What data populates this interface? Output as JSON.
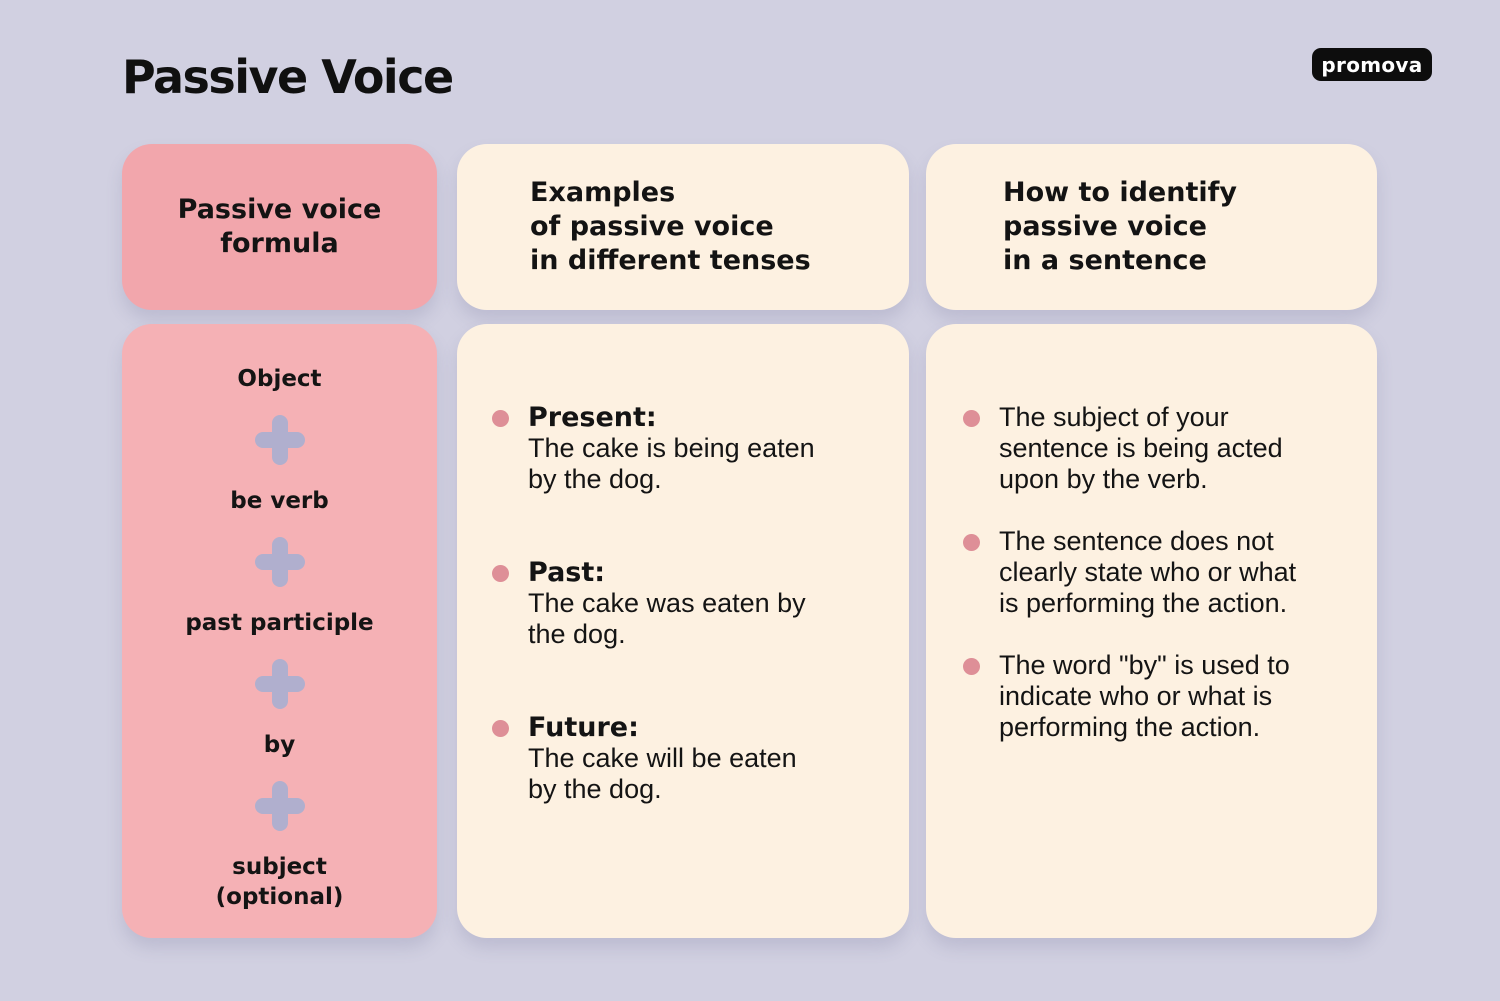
{
  "page": {
    "title": "Passive Voice",
    "brand": "promova"
  },
  "theme": {
    "background": "#d1d0e1",
    "pink_header": "#f2a6ac",
    "pink_body": "#f5b1b5",
    "cream": "#fdf1e1",
    "plus_icon": "#b0afce",
    "bullet": "#de8f97",
    "text": "#141414",
    "logo_bg": "#0d0d0d",
    "logo_text": "#ffffff"
  },
  "icons": {
    "plus": "+",
    "bullet": "•"
  },
  "formula": {
    "header": "Passive voice\nformula",
    "steps": [
      "Object",
      "be verb",
      "past participle",
      "by",
      "subject\n(optional)"
    ]
  },
  "examples": {
    "header": "Examples\nof passive voice\nin different tenses",
    "items": [
      {
        "label": "Present:",
        "text": "The cake is being eaten by the dog."
      },
      {
        "label": "Past:",
        "text": "The cake was eaten by the dog."
      },
      {
        "label": "Future:",
        "text": "The cake will be eaten by the dog."
      }
    ]
  },
  "identify": {
    "header": "How to identify\npassive voice\nin a sentence",
    "items": [
      {
        "text": "The subject of your sentence is being acted upon by the verb."
      },
      {
        "text": "The sentence does not clearly state who or what is performing the action."
      },
      {
        "text": "The word \"by\" is used to indicate who or what is performing the action."
      }
    ]
  }
}
